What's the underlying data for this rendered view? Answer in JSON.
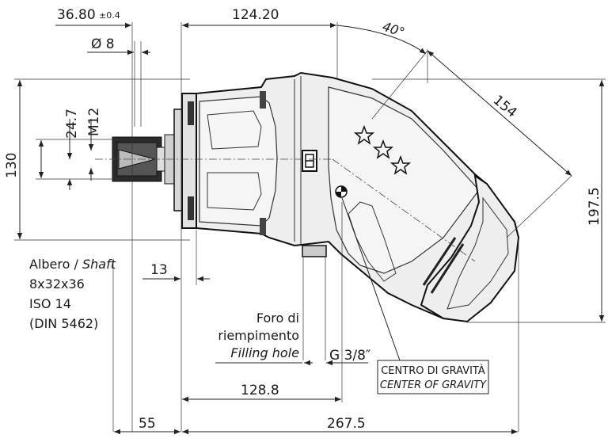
{
  "dimensions": {
    "d_36_80": "36.80",
    "d_36_80_tol": "±0.4",
    "d_124_20": "124.20",
    "d_angle": "40°",
    "d_phi8": "Ø 8",
    "d_154": "154",
    "d_24_7": "24.7",
    "d_m12": "M12",
    "d_130": "130",
    "d_197_5": "197.5",
    "d_13": "13",
    "d_g38": "G 3/8″",
    "d_128_8": "128.8",
    "d_55": "55",
    "d_267_5": "267.5"
  },
  "shaft_note": {
    "line1_it": "Albero / ",
    "line1_en": "Shaft",
    "line2": "8x32x36",
    "line3": "ISO 14",
    "line4": "(DIN 5462)"
  },
  "filling_hole": {
    "line1": "Foro di",
    "line2": "riempimento",
    "line3": "Filling hole"
  },
  "center_of_gravity": {
    "line1": "CENTRO DI GRAVITÀ",
    "line2": "CENTER OF GRAVITY"
  },
  "colors": {
    "body": "#eeeeee",
    "outline": "#111111",
    "dark_parts": "#2b2b2b"
  }
}
